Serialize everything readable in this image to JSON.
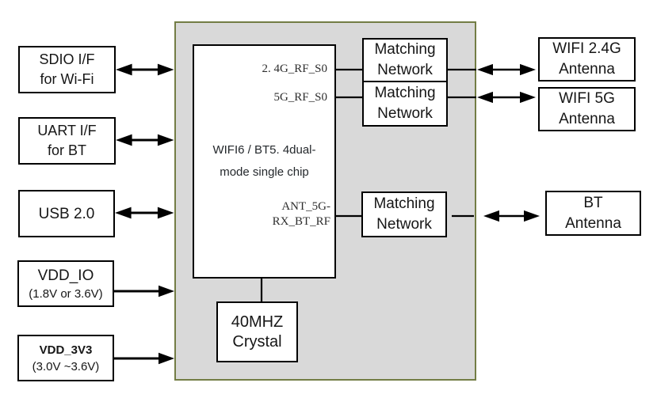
{
  "interfaces": {
    "sdio": {
      "line1": "SDIO I/F",
      "line2": "for Wi-Fi"
    },
    "uart": {
      "line1": "UART I/F",
      "line2": "for BT"
    },
    "usb": {
      "line1": "USB 2.0"
    },
    "vdd_io": {
      "line1": "VDD_IO",
      "line2": "(1.8V or 3.6V)"
    },
    "vdd_3v3": {
      "line1": "VDD_3V3",
      "line2": "(3.0V ~3.6V)"
    }
  },
  "module": {
    "chip": {
      "port_24g_rf": "2. 4G_RF_S0",
      "port_5g_rf": "5G_RF_S0",
      "port_ant_line1": "ANT_5G-",
      "port_ant_line2": "RX_BT_RF",
      "name_line1": "WIFI6 / BT5. 4dual-",
      "name_line2": "mode single chip"
    },
    "crystal": {
      "line1": "40MHZ",
      "line2": "Crystal"
    }
  },
  "matching_networks": {
    "wifi_24g": {
      "line1": "Matching",
      "line2": "Network"
    },
    "wifi_5g": {
      "line1": "Matching",
      "line2": "Network"
    },
    "bt": {
      "line1": "Matching",
      "line2": "Network"
    }
  },
  "antennas": {
    "wifi_24g": {
      "line1": "WIFI 2.4G",
      "line2": "Antenna"
    },
    "wifi_5g": {
      "line1": "WIFI 5G",
      "line2": "Antenna"
    },
    "bt": {
      "line1": "BT",
      "line2": "Antenna"
    }
  },
  "colors": {
    "module_fill": "#d9d9d9",
    "module_border": "#737d45",
    "box_border": "#000000",
    "wire": "#000000",
    "background": "#ffffff"
  }
}
